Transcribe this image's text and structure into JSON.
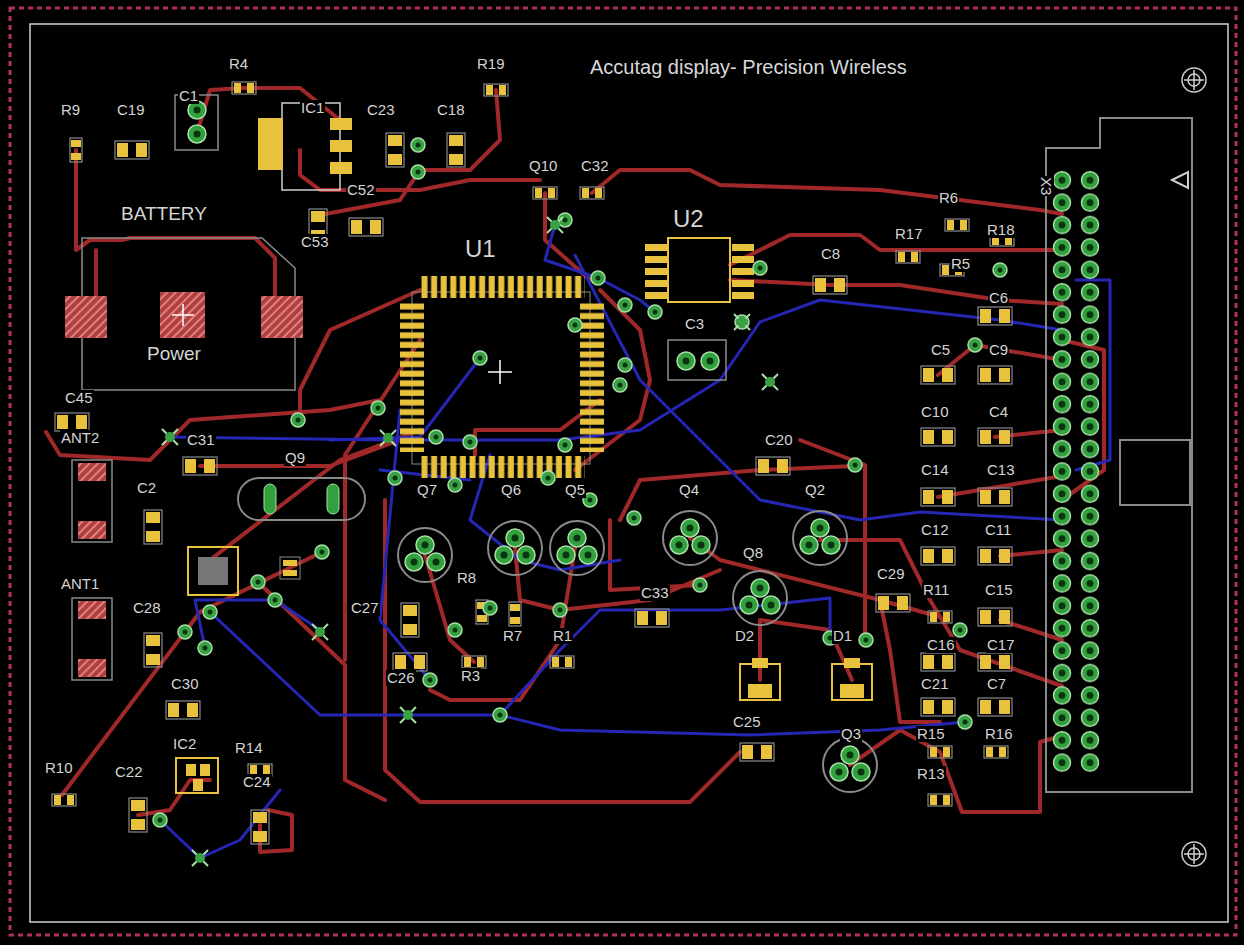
{
  "diagram": {
    "title": "Accutag display- Precision Wireless",
    "labels": [
      "R4",
      "R19",
      "R9",
      "C19",
      "C1",
      "IC1",
      "C23",
      "C18",
      "Q10",
      "C32",
      "BATTERY",
      "C52",
      "C53",
      "U1",
      "U2",
      "R6",
      "R18",
      "X3",
      "R17",
      "R5",
      "C8",
      "Power",
      "C6",
      "C3",
      "C5",
      "C9",
      "C10",
      "C4",
      "C45",
      "C31",
      "C20",
      "C14",
      "C13",
      "Q9",
      "ANT2",
      "C2",
      "Q7",
      "Q6",
      "Q5",
      "Q4",
      "Q2",
      "C12",
      "C11",
      "Q8",
      "C29",
      "R11",
      "C15",
      "R8",
      "C27",
      "R7",
      "R1",
      "C33",
      "D2",
      "D1",
      "ANT1",
      "C28",
      "C26",
      "R3",
      "C16",
      "C17",
      "C30",
      "C21",
      "C7",
      "C25",
      "R15",
      "R16",
      "IC2",
      "R14",
      "Q3",
      "R13",
      "R10",
      "C22",
      "C24"
    ]
  }
}
